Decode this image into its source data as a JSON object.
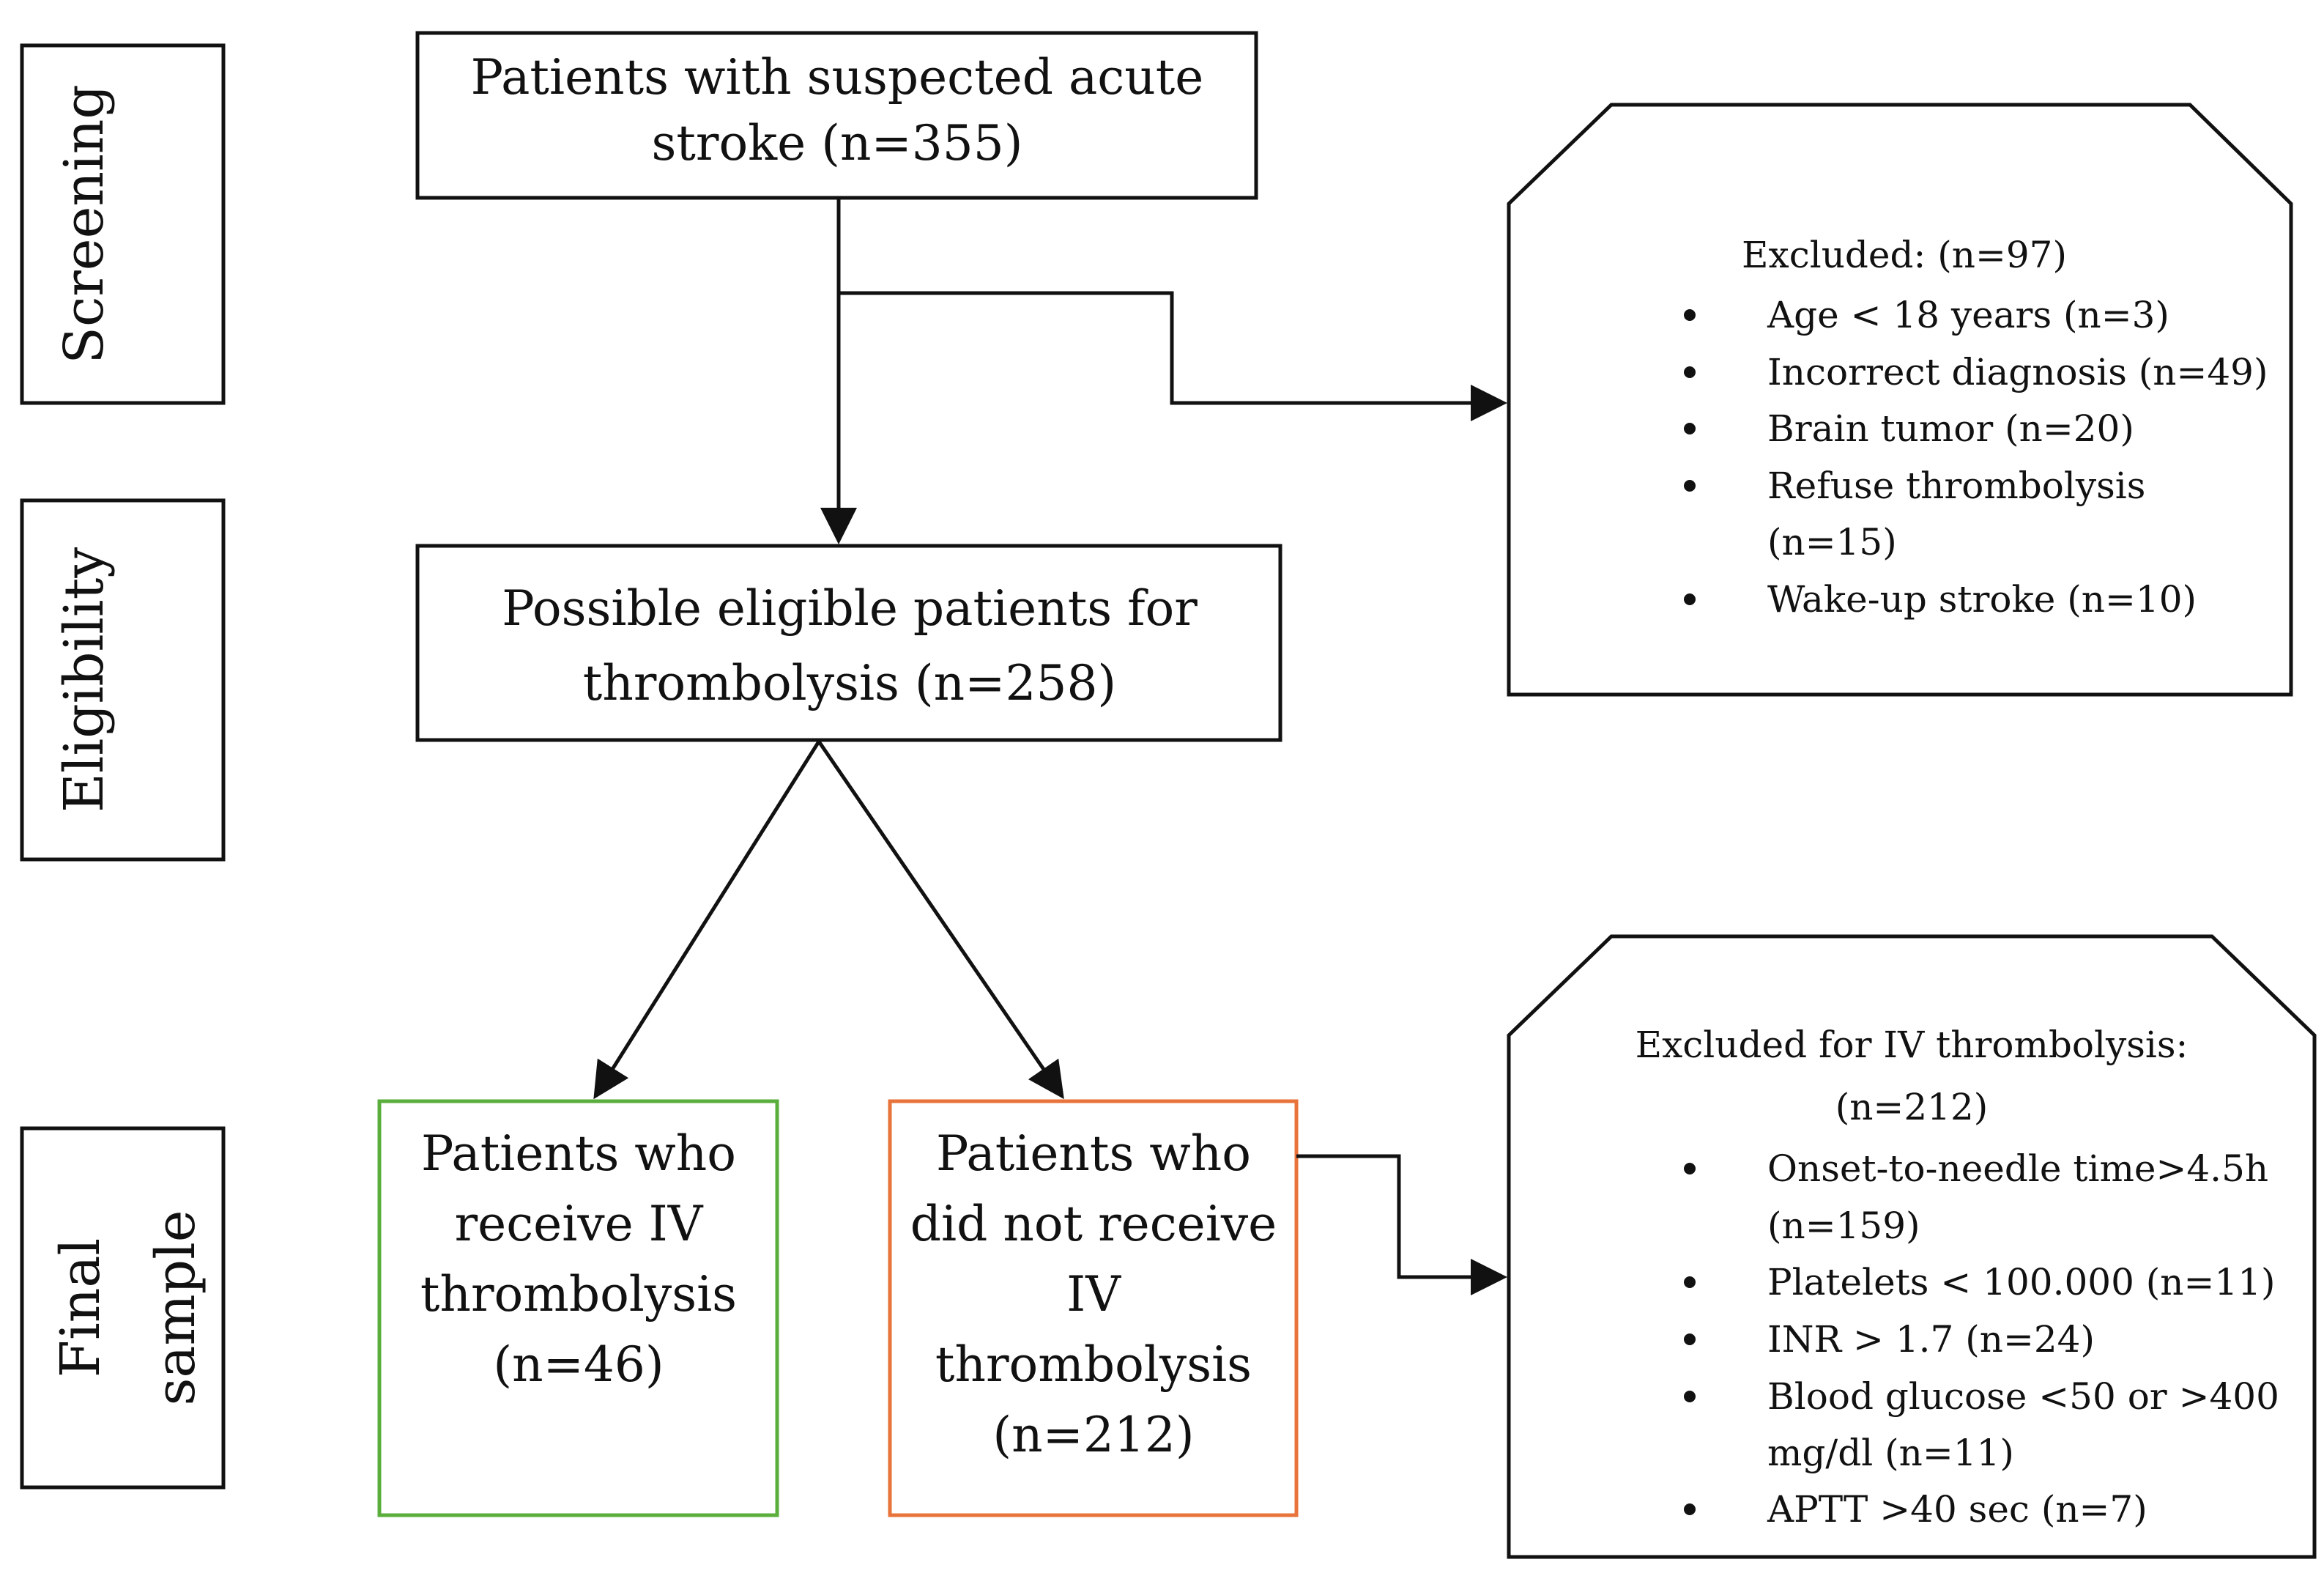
{
  "stages": {
    "screening": "Screening",
    "eligibility": "Eligibility",
    "final_line1": "Final",
    "final_line2": "sample"
  },
  "boxes": {
    "suspected": {
      "line1": "Patients with suspected acute",
      "line2": "stroke (n=355)"
    },
    "eligible": {
      "line1": "Possible eligible patients for",
      "line2": "thrombolysis (n=258)"
    },
    "received": {
      "line1": "Patients who",
      "line2": "receive IV",
      "line3": "thrombolysis",
      "line4": "(n=46)"
    },
    "not_received": {
      "line1": "Patients who",
      "line2": "did not receive",
      "line3": "IV",
      "line4": "thrombolysis",
      "line5": "(n=212)"
    }
  },
  "exclusion1": {
    "title": "Excluded: (n=97)",
    "items": [
      "Age < 18 years (n=3)",
      "Incorrect diagnosis (n=49)",
      "Brain tumor (n=20)",
      "Refuse thrombolysis",
      "(n=15)",
      "Wake-up stroke (n=10)"
    ]
  },
  "exclusion2": {
    "title_line1": "Excluded for IV thrombolysis:",
    "title_line2": "(n=212)",
    "items": [
      "Onset-to-needle time>4.5h",
      "(n=159)",
      "Platelets < 100.000 (n=11)",
      "INR > 1.7 (n=24)",
      "Blood glucose <50 or >400",
      "mg/dl (n=11)",
      "APTT >40 sec (n=7)"
    ]
  },
  "colors": {
    "received_border": "#5aaf3c",
    "not_received_border": "#e8743b",
    "line": "#111111"
  }
}
